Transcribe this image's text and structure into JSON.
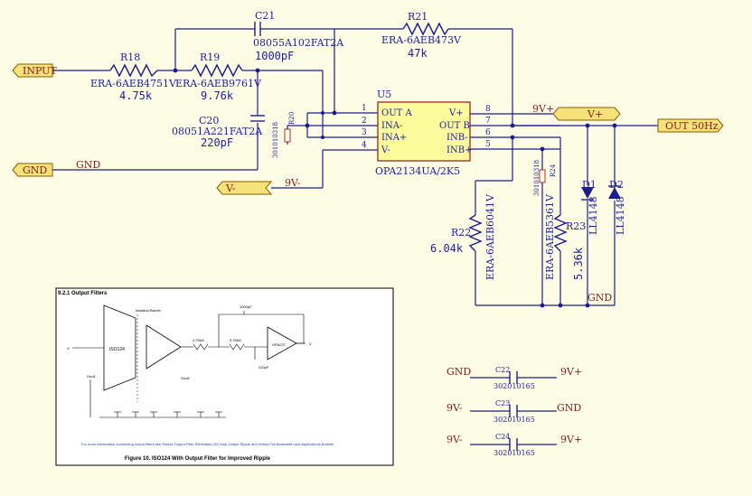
{
  "ports": {
    "input": "INPUT",
    "gnd": "GND",
    "vminus": "V-",
    "vplus": "V+",
    "out": "OUT 50Hz"
  },
  "nets": {
    "gnd_net": "GND",
    "v9n_net": "9V-",
    "v9p_net": "9V+",
    "gnd_bottom": "GND"
  },
  "components": {
    "r18": {
      "ref": "R18",
      "part": "ERA-6AEB4751V",
      "value": "4.75k"
    },
    "r19": {
      "ref": "R19",
      "part": "ERA-6AEB9761V",
      "value": "9.76k"
    },
    "c21": {
      "ref": "C21",
      "part": "08055A102FAT2A",
      "value": "1000pF"
    },
    "c20": {
      "ref": "C20",
      "part": "08051A221FAT2A",
      "value": "220pF"
    },
    "r21": {
      "ref": "R21",
      "part": "ERA-6AEB473V",
      "value": "47k"
    },
    "r20": {
      "ref": "R20",
      "part": "301010318"
    },
    "r24": {
      "ref": "R24",
      "part": "301010318"
    },
    "r22": {
      "ref": "R22",
      "part": "ERA-6AEB6041V",
      "value": "6.04k"
    },
    "r23": {
      "ref": "R23",
      "part": "ERA-6AEB5361V",
      "value": "5.36k"
    },
    "d1": {
      "ref": "D1",
      "part": "LL4148"
    },
    "d2": {
      "ref": "D2",
      "part": "LL4148"
    },
    "c22": {
      "ref": "C22",
      "part": "302010165"
    },
    "c23": {
      "ref": "C23",
      "part": "302010165"
    },
    "c24": {
      "ref": "C24",
      "part": "302010165"
    }
  },
  "u5": {
    "ref": "U5",
    "part": "OPA2134UA/2K5",
    "left_pins": [
      {
        "num": "1",
        "name": "OUT A"
      },
      {
        "num": "2",
        "name": "INA-"
      },
      {
        "num": "3",
        "name": "INA+"
      },
      {
        "num": "4",
        "name": "V-"
      }
    ],
    "right_pins": [
      {
        "num": "8",
        "name": "V+"
      },
      {
        "num": "7",
        "name": "OUT B"
      },
      {
        "num": "6",
        "name": "INB-"
      },
      {
        "num": "5",
        "name": "INB+"
      }
    ]
  },
  "caps_section": [
    {
      "left": "GND",
      "right": "9V+"
    },
    {
      "left": "9V-",
      "right": "GND"
    },
    {
      "left": "9V-",
      "right": "9V+"
    }
  ],
  "inset": {
    "heading": "9.2.1  Output Filters",
    "caption": "Figure 10.  ISO124 With Output Filter for Improved Ripple",
    "note": "For more information concerning output filters see Simple Output Filter Eliminates ISO Amp Output Ripple and Keeps Full Bandwidth and Applications Bulletin",
    "isolation_label": "Isolation Barrier",
    "chip1": "ISO124",
    "chip2": "OPA237",
    "r1": "4.75kΩ",
    "r2": "9.76kΩ",
    "c1": "1000pF",
    "c2": "220pF",
    "vin": "V",
    "vout": "V",
    "gnd1": "Gnd1",
    "gnd2": "Gnd2"
  }
}
